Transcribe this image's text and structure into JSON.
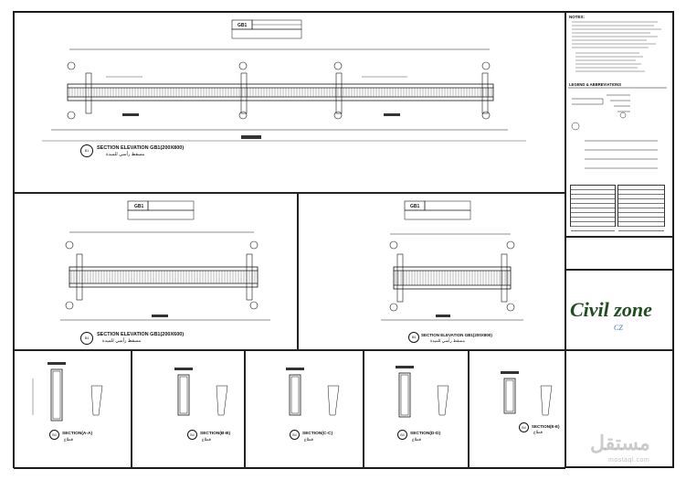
{
  "sheet": {
    "top_section": {
      "title": "SECTION ELEVATION GB1(200X800)",
      "title_ar": "مسقط رأسي للميدة",
      "badge": "B1",
      "tag": "GB1"
    },
    "mid_left": {
      "title": "SECTION ELEVATION GB1(200X600)",
      "title_ar": "مسقط رأسي للميدة",
      "badge": "B4",
      "tag": "GB1"
    },
    "mid_right": {
      "title": "SECTION ELEVATION GB1(200X800)",
      "title_ar": "مسقط رأسي للميدة",
      "badge": "B4",
      "tag": "GB1"
    },
    "sections": [
      {
        "label": "SECTION(A-A)",
        "label_ar": "قطاع",
        "badge": "B4"
      },
      {
        "label": "SECTION(B-B)",
        "label_ar": "قطاع",
        "badge": "B4"
      },
      {
        "label": "SECTION(C-C)",
        "label_ar": "قطاع",
        "badge": "B4"
      },
      {
        "label": "SECTION(D-D)",
        "label_ar": "قطاع",
        "badge": "B4"
      },
      {
        "label": "SECTION(E-E)",
        "label_ar": "قطاع",
        "badge": "B4"
      }
    ],
    "notes_heading": "NOTES:",
    "legend_heading": "LEGEND & ABBREVIATIONS",
    "brand": "Civil zone",
    "signature": "CZ",
    "watermark": "مستقل",
    "watermark_sub": "mostaql.com"
  }
}
